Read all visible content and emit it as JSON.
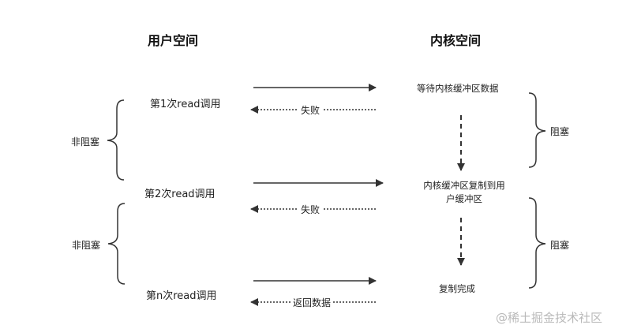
{
  "headings": {
    "user_space": "用户空间",
    "kernel_space": "内核空间"
  },
  "user_calls": [
    "第1次read调用",
    "第2次read调用",
    "第n次read调用"
  ],
  "kernel_steps": {
    "wait": "等待内核缓冲区数据",
    "copy_line1": "内核缓冲区复制到用",
    "copy_line2": "户缓冲区",
    "done": "复制完成"
  },
  "return_labels": {
    "fail_1": "失败",
    "fail_2": "失败",
    "success": "返回数据"
  },
  "user_side_labels": {
    "nonblocking_1": "非阻塞",
    "nonblocking_2": "非阻塞"
  },
  "kernel_side_labels": {
    "blocking_1": "阻塞",
    "blocking_2": "阻塞"
  },
  "watermark": "@稀土掘金技术社区",
  "colors": {
    "line": "#333333",
    "watermark": "#b9b9b9"
  }
}
